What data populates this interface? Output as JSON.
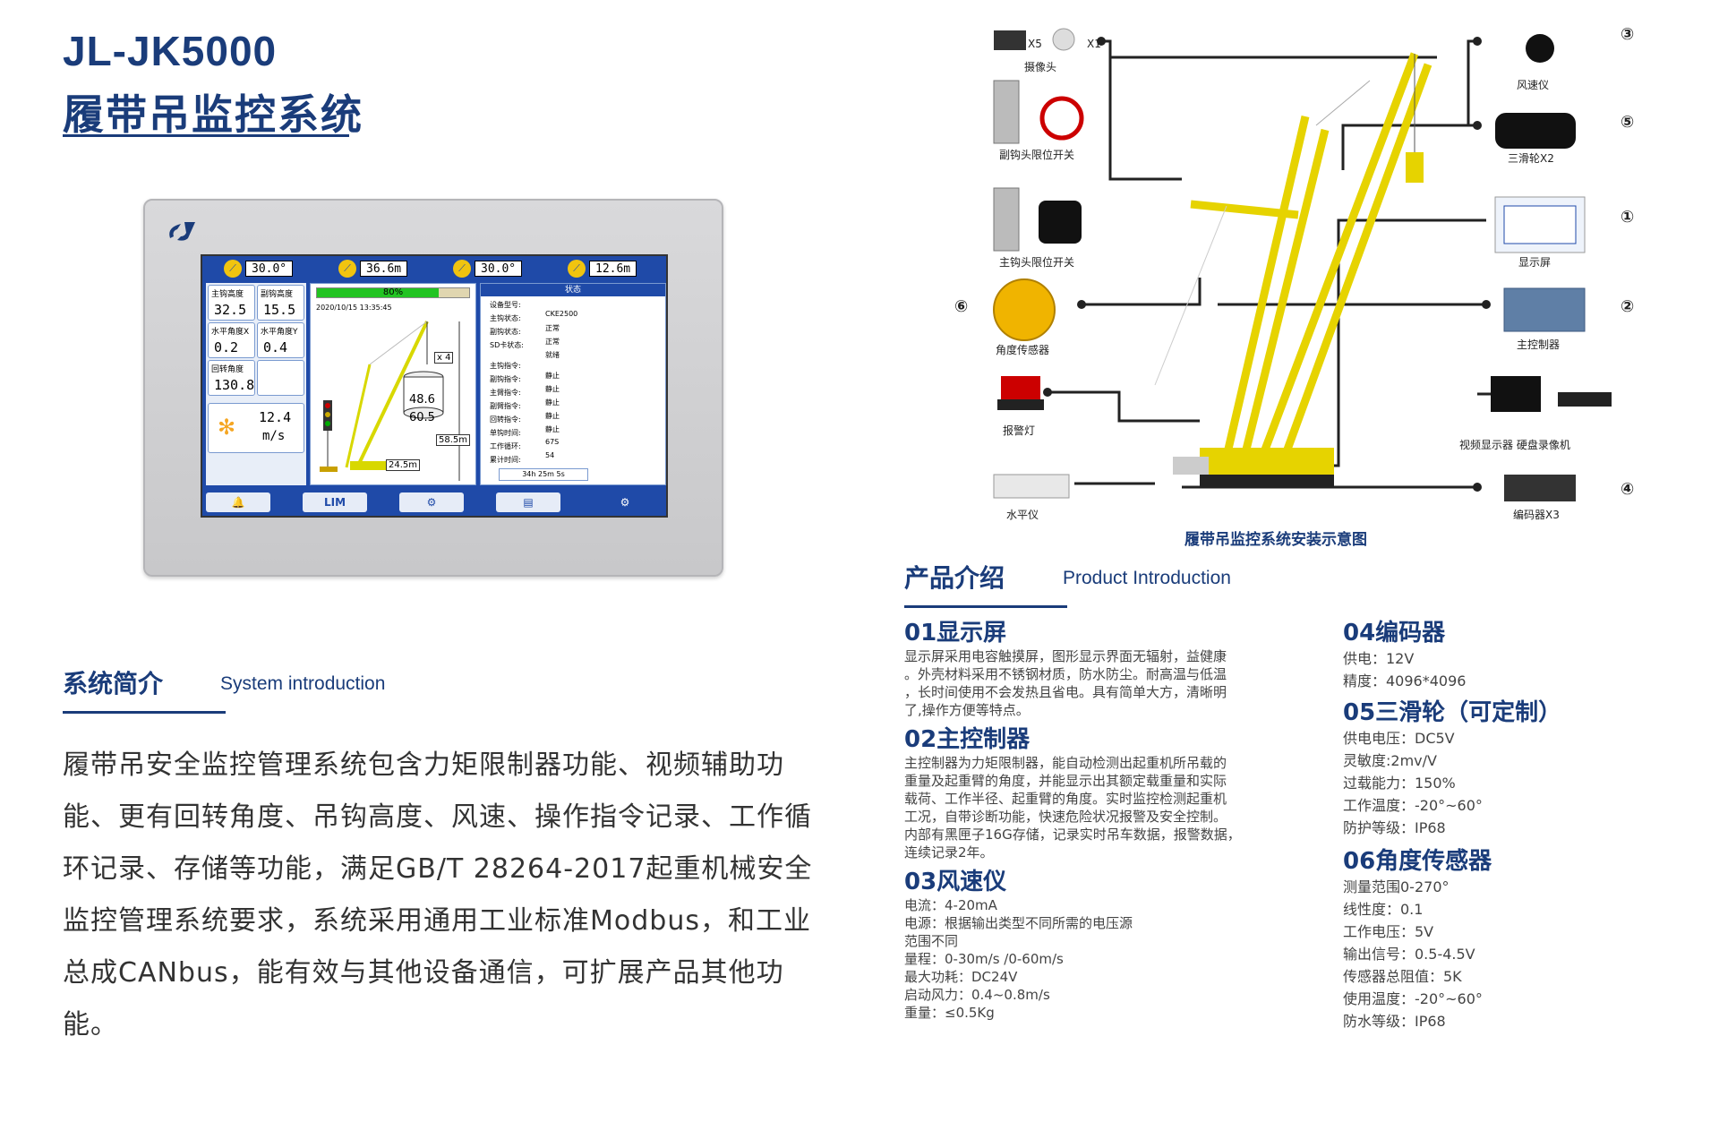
{
  "header": {
    "model": "JL-JK5000",
    "name": "履带吊监控系统"
  },
  "device": {
    "topbar": [
      "30.0°",
      "36.6m",
      "30.0°",
      "12.6m"
    ],
    "cells": [
      {
        "label": "主钩高度",
        "value": "32.5"
      },
      {
        "label": "副钩高度",
        "value": "15.5"
      },
      {
        "label": "水平角度X",
        "value": "0.2"
      },
      {
        "label": "水平角度Y",
        "value": "0.4"
      },
      {
        "label": "回转角度",
        "value": "130.8"
      }
    ],
    "wind": {
      "value": "12.4",
      "unit": "m/s"
    },
    "progress": {
      "label": "80%",
      "fraction": 0.8
    },
    "timestamp": "2020/10/15 13:35:45",
    "crane_values": {
      "multiplier": "x 4",
      "load1": "48.6",
      "load2": "60.5",
      "radius": "24.5m",
      "height": "58.5m"
    },
    "status": {
      "title": "状态",
      "rows": [
        {
          "k": "设备型号:",
          "v": "CKE2500"
        },
        {
          "k": "主钩状态:",
          "v": "正常"
        },
        {
          "k": "副钩状态:",
          "v": "正常"
        },
        {
          "k": "SD卡状态:",
          "v": "就绪"
        },
        {
          "k": "主钩指令:",
          "v": "静止"
        },
        {
          "k": "副钩指令:",
          "v": "静止"
        },
        {
          "k": "主臂指令:",
          "v": "静止"
        },
        {
          "k": "副臂指令:",
          "v": "静止"
        },
        {
          "k": "回转指令:",
          "v": "静止"
        },
        {
          "k": "单钩时间:",
          "v": "67S"
        },
        {
          "k": "工作循环:",
          "v": "54"
        },
        {
          "k": "累计时间:",
          "v": ""
        }
      ],
      "total": "34h 25m 5s"
    },
    "buttons": [
      "🔔",
      "LIM",
      "⚙",
      "▤",
      "⚙"
    ]
  },
  "system_intro": {
    "title_cn": "系统简介",
    "title_en": "System introduction",
    "body": "履带吊安全监控管理系统包含力矩限制器功能、视频辅助功能、更有回转角度、吊钩高度、风速、操作指令记录、工作循环记录、存储等功能，满足GB/T 28264-2017起重机械安全监控管理系统要求，系统采用通用工业标准Modbus，和工业总成CANbus，能有效与其他设备通信，可扩展产品其他功能。"
  },
  "diagram": {
    "caption": "履带吊监控系统安装示意图",
    "left_items": [
      {
        "label": "摄像头",
        "note1": "X5",
        "note2": "X1"
      },
      {
        "label": "副钩头限位开关"
      },
      {
        "label": "主钩头限位开关"
      },
      {
        "label": "角度传感器",
        "num": "⑥"
      },
      {
        "label": "报警灯"
      },
      {
        "label": "水平仪"
      }
    ],
    "right_items": [
      {
        "label": "风速仪",
        "num": "③"
      },
      {
        "label": "三滑轮X2",
        "num": "⑤"
      },
      {
        "label": "显示屏",
        "num": "①"
      },
      {
        "label": "主控制器",
        "num": "②"
      },
      {
        "label": "视频显示器 硬盘录像机"
      },
      {
        "label": "编码器X3",
        "num": "④"
      }
    ]
  },
  "product_intro": {
    "title_cn": "产品介绍",
    "title_en": "Product Introduction",
    "items": [
      {
        "title": "01显示屏",
        "lines": [
          "显示屏采用电容触摸屏，图形显示界面无辐射，益健康",
          "。外壳材料采用不锈钢材质，防水防尘。耐高温与低温",
          "，长时间使用不会发热且省电。具有简单大方，清晰明",
          "了,操作方便等特点。"
        ]
      },
      {
        "title": "02主控制器",
        "lines": [
          "主控制器为力矩限制器，能自动检测出起重机所吊载的",
          "重量及起重臂的角度，并能显示出其额定载重量和实际",
          "载荷、工作半径、起重臂的角度。实时监控检测起重机",
          "工况，自带诊断功能，快速危险状况报警及安全控制。",
          "内部有黑匣子16G存储，记录实时吊车数据，报警数据，",
          "连续记录2年。"
        ]
      },
      {
        "title": "03风速仪",
        "lines": [
          "电流：4-20mA",
          "电源：根据输出类型不同所需的电压源",
          "范围不同",
          "量程：0-30m/s /0-60m/s",
          "最大功耗：DC24V",
          "启动风力：0.4~0.8m/s",
          "重量：≤0.5Kg"
        ]
      },
      {
        "title": "04编码器",
        "lines": [
          "供电：12V",
          "精度：4096*4096"
        ]
      },
      {
        "title": "05三滑轮（可定制）",
        "lines": [
          "供电电压：DC5V",
          "灵敏度:2mv/V",
          "过载能力：150%",
          "工作温度：-20°~60°",
          "防护等级：IP68"
        ]
      },
      {
        "title": "06角度传感器",
        "lines": [
          "测量范围0-270°",
          "线性度：0.1",
          "工作电压：5V",
          "输出信号：0.5-4.5V",
          "传感器总阻值：5K",
          "使用温度：-20°~60°",
          "防水等级：IP68"
        ]
      }
    ]
  }
}
